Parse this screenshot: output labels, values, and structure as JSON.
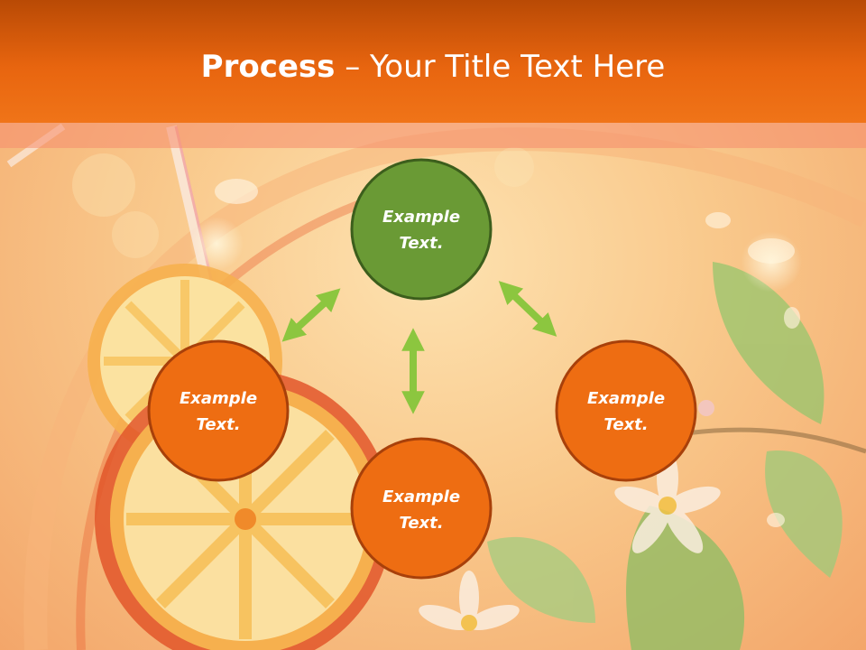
{
  "title": {
    "bold": "Process",
    "dash": "–",
    "text": "Your Title Text Here"
  },
  "nodes": [
    {
      "id": "top",
      "line1": "Example",
      "line2": "Text.",
      "fill": "#6a9a35",
      "stroke": "#3c5e1c"
    },
    {
      "id": "left",
      "line1": "Example",
      "line2": "Text.",
      "fill": "#ee6d12",
      "stroke": "#a8400a"
    },
    {
      "id": "right",
      "line1": "Example",
      "line2": "Text.",
      "fill": "#ee6d12",
      "stroke": "#a8400a"
    },
    {
      "id": "bottom",
      "line1": "Example",
      "line2": "Text.",
      "fill": "#ee6d12",
      "stroke": "#a8400a"
    }
  ],
  "colors": {
    "arrow": "#8cc63f",
    "header": "#e8650f"
  }
}
